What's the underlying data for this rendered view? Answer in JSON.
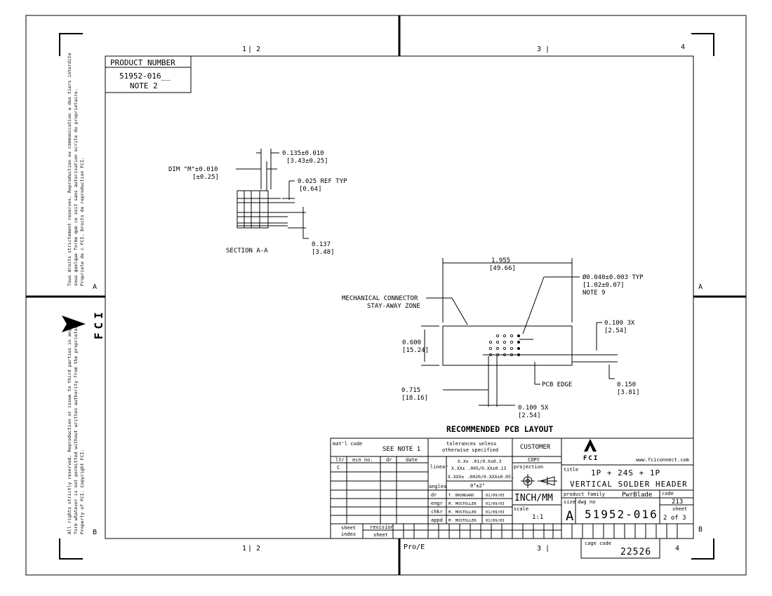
{
  "zones": {
    "top": [
      "1",
      "2",
      "3",
      "4"
    ],
    "bottom": [
      "1",
      "2",
      "3",
      "4"
    ],
    "side": [
      "A",
      "B"
    ],
    "sep": "|"
  },
  "proe_label": "Pro/E",
  "side_text": {
    "french_top": [
      "Tous droits strictement reserves. Reproduction ou communication a des tiers interdite",
      "sous quelque forme que ce soit sans autorisation ecrite du proprietaire.",
      "Propriete de c FCI. Droits de reproduction FCI."
    ],
    "english_bottom": [
      "All rights strictly reserved. Reproduction or issue to third parties in any",
      "form whatever is not permitted without written authority from the proprietor.",
      "Property of FCI. Copyright FCI."
    ],
    "logo_text": "FCI"
  },
  "product_number": {
    "title": "PRODUCT NUMBER",
    "value": "51952-016__",
    "note": "NOTE 2"
  },
  "section_aa": {
    "dim_m": "DIM \"M\"±0.010",
    "dim_m_mm": "[±0.25]",
    "d1": "0.135±0.010",
    "d1_mm": "[3.43±0.25]",
    "d2": "0.025 REF TYP",
    "d2_mm": "[0.64]",
    "d3": "0.137",
    "d3_mm": "[3.48]",
    "label": "SECTION  A-A"
  },
  "pcb_layout": {
    "w": "1.955",
    "w_mm": "[49.66]",
    "hole": "Ø0.040±0.003 TYP",
    "hole_mm": "[1.02±0.07]",
    "hole_note": "NOTE 9",
    "zone1": "MECHANICAL CONNECTOR",
    "zone2": "STAY-AWAY ZONE",
    "h": "0.600",
    "h_mm": "[15.24]",
    "p3": "0.100 3X",
    "p3_mm": "[2.54]",
    "edge_label": "PCB EDGE",
    "off": "0.715",
    "off_mm": "[18.16]",
    "e": "0.150",
    "e_mm": "[3.81]",
    "p5": "0.100 5X",
    "p5_mm": "[2.54]",
    "title": "RECOMMENDED PCB LAYOUT"
  },
  "title_block": {
    "matl_code": "mat'l code",
    "see_note": "SEE NOTE 1",
    "tol_header": "tolerances unless\notherwise specified",
    "customer": "CUSTOMER",
    "copy": "COPY",
    "ltr": "ltr",
    "ecn": "ecn no.",
    "dr_h": "dr",
    "date_h": "date",
    "rev_ltr": "C",
    "linear": "linear",
    "tol1": "X.X± .01/0.X±0.3",
    "tol2": "X.XX± .005/0.XX±0.13",
    "tol3": "X.XXX± .0020/0.XXX±0.051",
    "angles": "angles",
    "angle_tol": "0°±2°",
    "projection": "projection",
    "units": "INCH/MM",
    "scale_label": "scale",
    "scale": "1:1",
    "approvals": [
      {
        "role": "dr",
        "name": "T. BRUNGARD",
        "date": "01/09/03"
      },
      {
        "role": "engr",
        "name": "M. MOSTOLLER",
        "date": "01/09/03"
      },
      {
        "role": "chkr",
        "name": "M. MOSTOLLER",
        "date": "01/09/03"
      },
      {
        "role": "appd",
        "name": "M. MOSTOLLER",
        "date": "01/09/03"
      }
    ],
    "sheet_index_1": "sheet",
    "sheet_index_2": "index",
    "revision": "revision",
    "sheet_w": "sheet",
    "logo": "FCI",
    "website": "www.fciconnect.com",
    "title_label": "title",
    "title1": "1P + 24S + 1P",
    "title2": "VERTICAL SOLDER HEADER",
    "product_family_label": "product family",
    "product_family": "PwrBlade",
    "code_label": "code",
    "code": "213",
    "size_label": "size",
    "size": "A",
    "dwg_label": "dwg no",
    "dwg_no": "51952-016",
    "sheet_label": "sheet",
    "sheet": "2 of 3",
    "cage_label": "cage code",
    "cage": "22526"
  }
}
